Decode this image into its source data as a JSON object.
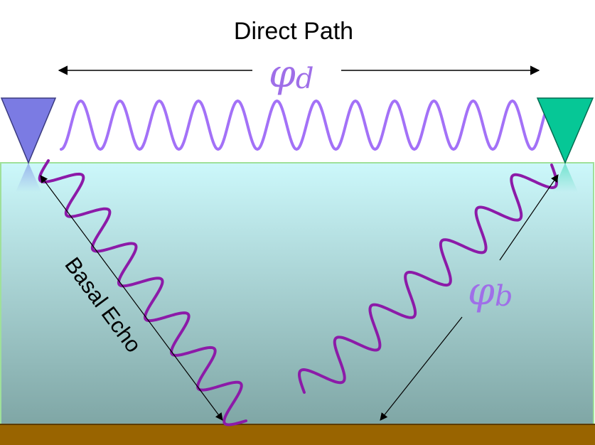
{
  "labels": {
    "direct_path": "Direct Path",
    "phi_d_symbol": "φ",
    "phi_d_subscript": "d",
    "phi_b_symbol": "φ",
    "phi_b_subscript": "b",
    "basal_echo": "Basal Echo"
  },
  "colors": {
    "direct_wave": "#a371f7",
    "echo_wave": "#8c1aa8",
    "ice_top": "#ccf8fb",
    "ice_bottom": "#7fa6a5",
    "ice_border": "#9fe09a",
    "bed": "#996400",
    "transmitter": "#7b7be3",
    "receiver": "#06c796",
    "arrow": "#000000",
    "phi_text": "#9f6fe8"
  },
  "icons": {
    "transmitter": "downward-triangle-antenna",
    "receiver": "downward-triangle-antenna"
  }
}
